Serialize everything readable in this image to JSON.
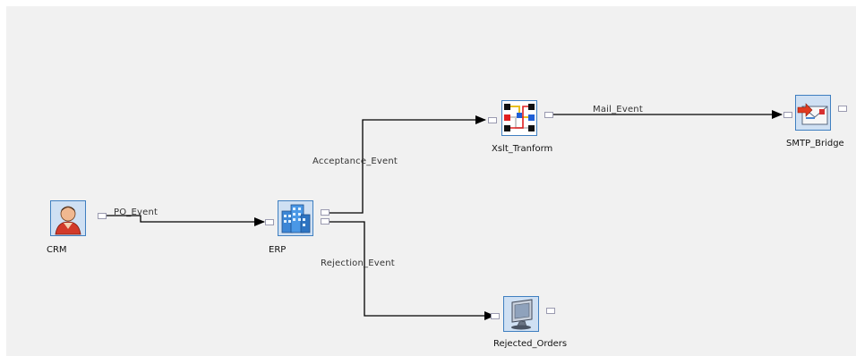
{
  "nodes": {
    "crm": {
      "label": "CRM",
      "icon": "user-icon"
    },
    "erp": {
      "label": "ERP",
      "icon": "enterprise-building-icon"
    },
    "xslt": {
      "label": "Xslt_Tranform",
      "icon": "xslt-transform-icon"
    },
    "smtp": {
      "label": "SMTP_Bridge",
      "icon": "mail-bridge-icon"
    },
    "rejected": {
      "label": "Rejected_Orders",
      "icon": "monitor-sink-icon"
    }
  },
  "connections": {
    "po_event": {
      "label": "PO_Event",
      "from": "CRM",
      "to": "ERP"
    },
    "acceptance_event": {
      "label": "Acceptance_Event",
      "from": "ERP",
      "to": "Xslt_Tranform"
    },
    "mail_event": {
      "label": "Mail_Event",
      "from": "Xslt_Tranform",
      "to": "SMTP_Bridge"
    },
    "rejection_event": {
      "label": "Rejection_Event",
      "from": "ERP",
      "to": "Rejected_Orders"
    }
  },
  "colors": {
    "canvas_background": "#f1f1f1",
    "node_frame": "#3f7fc0",
    "connector_line": "#000000",
    "port_border": "#9a9ab0"
  }
}
